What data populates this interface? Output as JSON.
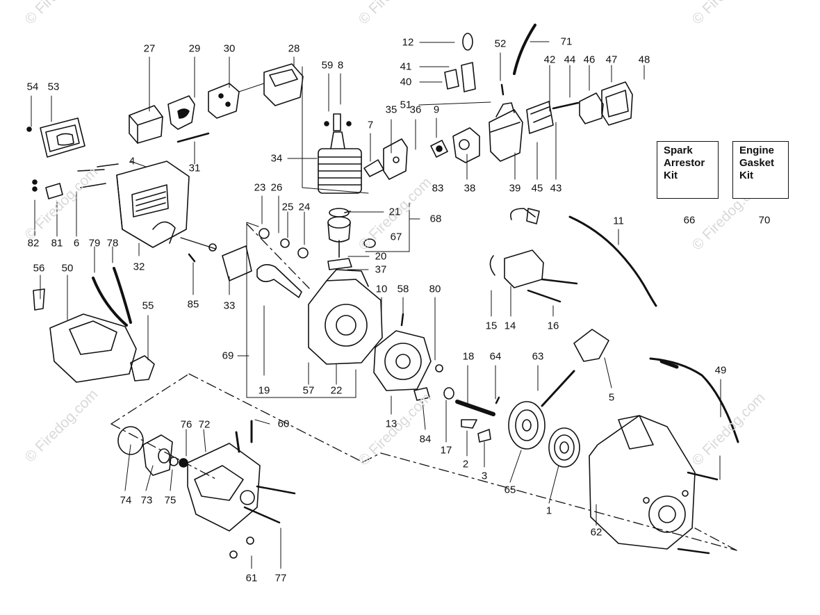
{
  "kits": [
    {
      "name": "spark-arrestor-kit",
      "label": "Spark\nArrestor\nKit",
      "number": "66"
    },
    {
      "name": "engine-gasket-kit",
      "label": "Engine\nGasket\nKit",
      "number": "70"
    }
  ],
  "watermark": "© Firedog.com",
  "callouts": [
    "12",
    "71",
    "52",
    "41",
    "42",
    "44",
    "46",
    "47",
    "48",
    "40",
    "51",
    "27",
    "29",
    "30",
    "28",
    "59",
    "8",
    "54",
    "53",
    "35",
    "36",
    "9",
    "7",
    "34",
    "4",
    "31",
    "38",
    "39",
    "45",
    "43",
    "23",
    "26",
    "25",
    "24",
    "21",
    "68",
    "67",
    "83",
    "82",
    "81",
    "6",
    "79",
    "78",
    "32",
    "20",
    "37",
    "11",
    "56",
    "50",
    "85",
    "33",
    "10",
    "58",
    "80",
    "55",
    "19",
    "15",
    "14",
    "16",
    "69",
    "57",
    "22",
    "18",
    "64",
    "63",
    "5",
    "49",
    "13",
    "84",
    "17",
    "2",
    "3",
    "65",
    "1",
    "60",
    "76",
    "72",
    "74",
    "73",
    "75",
    "62",
    "61",
    "77"
  ],
  "colors": {
    "ink": "#111111",
    "watermark": "#d9d9d9"
  }
}
